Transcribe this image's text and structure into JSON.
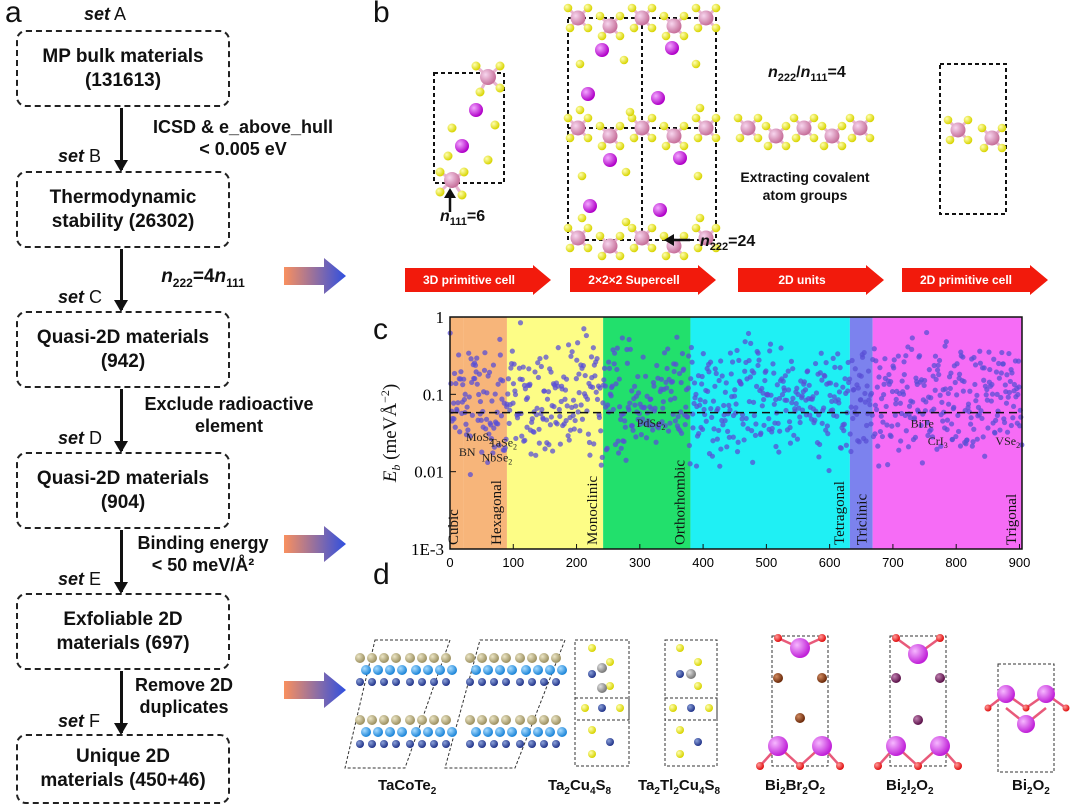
{
  "panels": {
    "a": "a",
    "b": "b",
    "c": "c",
    "d": "d"
  },
  "flowchart": {
    "sets": [
      {
        "prefix": "set",
        "letter": "A"
      },
      {
        "prefix": "set",
        "letter": "B"
      },
      {
        "prefix": "set",
        "letter": "C"
      },
      {
        "prefix": "set",
        "letter": "D"
      },
      {
        "prefix": "set",
        "letter": "E"
      },
      {
        "prefix": "set",
        "letter": "F"
      }
    ],
    "boxes": [
      {
        "line1": "MP bulk materials",
        "line2": "(131613)"
      },
      {
        "line1": "Thermodynamic",
        "line2": "stability (26302)"
      },
      {
        "line1": "Quasi-2D materials",
        "line2": "(942)"
      },
      {
        "line1": "Quasi-2D materials",
        "line2": "(904)"
      },
      {
        "line1": "Exfoliable 2D",
        "line2": "materials (697)"
      },
      {
        "line1": "Unique 2D",
        "line2": "materials (450+46)"
      }
    ],
    "steps": [
      {
        "line1": "ICSD & e_above_hull",
        "line2": "< 0.005 eV"
      },
      {
        "line1": "n222=4n111",
        "line2": ""
      },
      {
        "line1": "Exclude radioactive",
        "line2": "element"
      },
      {
        "line1": "Binding energy",
        "line2": "< 50 meV/Å²"
      },
      {
        "line1": "Remove 2D",
        "line2": "duplicates"
      }
    ]
  },
  "workflow": {
    "stages": [
      "3D primitive cell",
      "2×2×2 Supercell",
      "2D units",
      "2D primitive cell"
    ],
    "n111_label": "n111=6",
    "n222_label": "n222=24",
    "ratio_label": "n222/n111=4",
    "extract_line1": "Extracting covalent",
    "extract_line2": "atom groups"
  },
  "chart_data": {
    "type": "scatter",
    "xlabel": "",
    "ylabel": "Eb (meVÅ−2)",
    "xlim": [
      0,
      904
    ],
    "ylim": [
      0.001,
      1
    ],
    "yscale": "log",
    "x_ticks": [
      "0",
      "100",
      "200",
      "300",
      "400",
      "500",
      "600",
      "700",
      "800",
      "900"
    ],
    "y_ticks": [
      "1E-3",
      "0.01",
      "0.1",
      "1"
    ],
    "threshold": 0.058,
    "regions": [
      {
        "name": "Cubic",
        "start": 0,
        "end": 22,
        "color": "#f7b57a"
      },
      {
        "name": "Hexagonal",
        "start": 22,
        "end": 90,
        "color": "#f7b57a"
      },
      {
        "name": "Monoclinic",
        "start": 90,
        "end": 242,
        "color": "#fdfd86"
      },
      {
        "name": "Orthorhombic",
        "start": 242,
        "end": 380,
        "color": "#22e06c"
      },
      {
        "name": "Tetragonal",
        "start": 380,
        "end": 632,
        "color": "#1ff0f4"
      },
      {
        "name": "Triclinic",
        "start": 632,
        "end": 668,
        "color": "#7c82ee"
      },
      {
        "name": "Trigonal",
        "start": 668,
        "end": 904,
        "color": "#f66cf6"
      }
    ],
    "material_labels": [
      {
        "text": "MoS2",
        "x": 25,
        "y": 0.025
      },
      {
        "text": "BN",
        "x": 14,
        "y": 0.016
      },
      {
        "text": "TaSe2",
        "x": 62,
        "y": 0.021
      },
      {
        "text": "NbSe2",
        "x": 50,
        "y": 0.0135
      },
      {
        "text": "PdSe2",
        "x": 295,
        "y": 0.038
      },
      {
        "text": "BiTe",
        "x": 728,
        "y": 0.037
      },
      {
        "text": "CrI3",
        "x": 755,
        "y": 0.022
      },
      {
        "text": "VSe2",
        "x": 862,
        "y": 0.022
      }
    ]
  },
  "structures": [
    "TaCoTe2",
    "Ta2Cu4S8",
    "Ta2Tl2Cu4S8",
    "Bi2Br2O2",
    "Bi2I2O2",
    "Bi2O2"
  ],
  "colors": {
    "arrow_red": "#f21a0c",
    "arrow_blue": "#2f4fe0",
    "arrow_orange": "#f9905f",
    "point": "#5a4fd6"
  }
}
